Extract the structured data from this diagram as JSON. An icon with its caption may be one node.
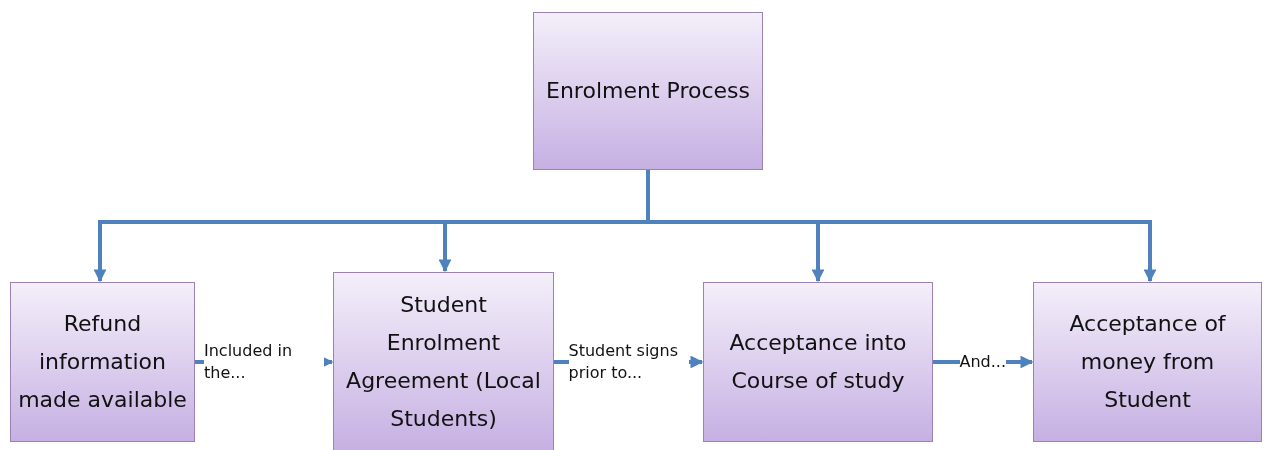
{
  "diagram": {
    "nodes": [
      {
        "text": [
          "Enrolment Process"
        ]
      },
      {
        "text": [
          "Refund information made available"
        ]
      },
      {
        "text": [
          "Student Enrolment Agreement (Local Students)"
        ]
      },
      {
        "text": [
          "Acceptance into Course of study"
        ]
      },
      {
        "text": [
          "Acceptance of money from Student"
        ]
      }
    ],
    "edges": [
      {
        "from": 0,
        "to": 1,
        "arrow": "to"
      },
      {
        "from": 0,
        "to": 2,
        "arrow": "to"
      },
      {
        "from": 0,
        "to": 3,
        "arrow": "to"
      },
      {
        "from": 0,
        "to": 4,
        "arrow": "to"
      },
      {
        "from": 1,
        "to": 2,
        "arrow": "to",
        "label": "Included in the..."
      },
      {
        "from": 2,
        "to": 3,
        "arrow": "to",
        "label": "Student signs prior to..."
      },
      {
        "from": 3,
        "to": 4,
        "arrow": "to",
        "label": "And..."
      }
    ]
  }
}
